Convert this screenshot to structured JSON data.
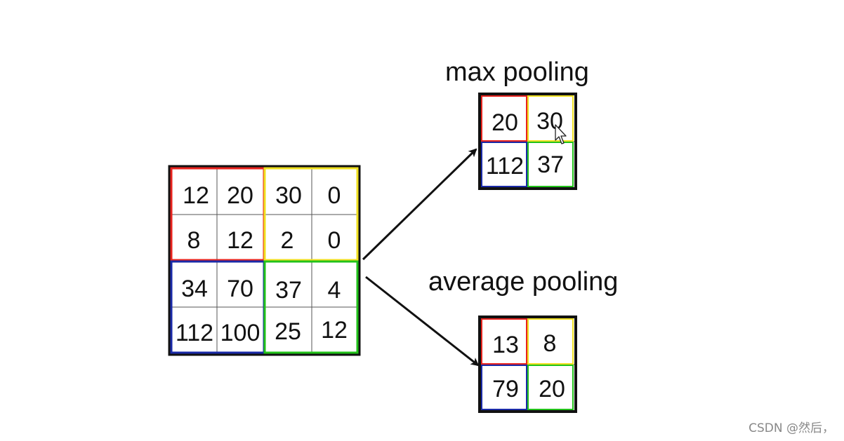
{
  "input_matrix": [
    [
      "12",
      "20",
      "30",
      "0"
    ],
    [
      "8",
      "12",
      "2",
      "0"
    ],
    [
      "34",
      "70",
      "37",
      "4"
    ],
    [
      "112",
      "100",
      "25",
      "12"
    ]
  ],
  "max_pooling": {
    "label": "max pooling",
    "values": [
      [
        "20",
        "30"
      ],
      [
        "112",
        "37"
      ]
    ]
  },
  "average_pooling": {
    "label": "average pooling",
    "values": [
      [
        "13",
        "8"
      ],
      [
        "79",
        "20"
      ]
    ]
  },
  "region_colors": {
    "top_left": "#e8231e",
    "top_right": "#f0e020",
    "bottom_left": "#1a2aa8",
    "bottom_right": "#22c21a"
  },
  "watermark": "CSDN @然后，"
}
